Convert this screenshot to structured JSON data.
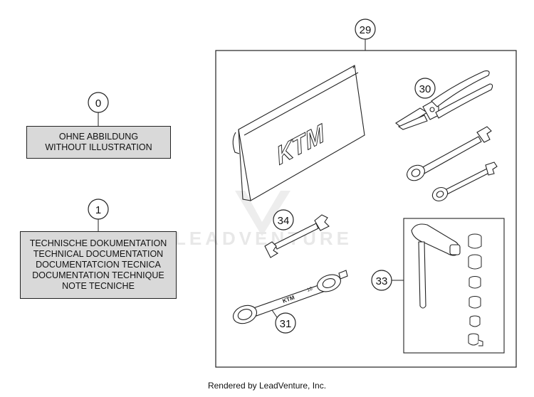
{
  "callouts": {
    "c0": "0",
    "c1": "1",
    "c29": "29",
    "c30": "30",
    "c31": "31",
    "c33": "33",
    "c34": "34"
  },
  "box0": {
    "lines": [
      "OHNE ABBILDUNG",
      "WITHOUT ILLUSTRATION"
    ]
  },
  "box1": {
    "lines": [
      "TECHNISCHE DOKUMENTATION",
      "TECHNICAL DOCUMENTATION",
      "DOCUMENTATCION TECNICA",
      "DOCUMENTATION TECHNIQUE",
      "NOTE TECNICHE"
    ]
  },
  "pouch_logo": "KTM",
  "wrench31_marks": [
    "KTM",
    "10"
  ],
  "watermark": "LEADVENTURE",
  "footer": "Rendered by LeadVenture, Inc.",
  "colors": {
    "box_fill": "#d9d9d9",
    "stroke": "#222222",
    "watermark": "#e6e6e6"
  }
}
